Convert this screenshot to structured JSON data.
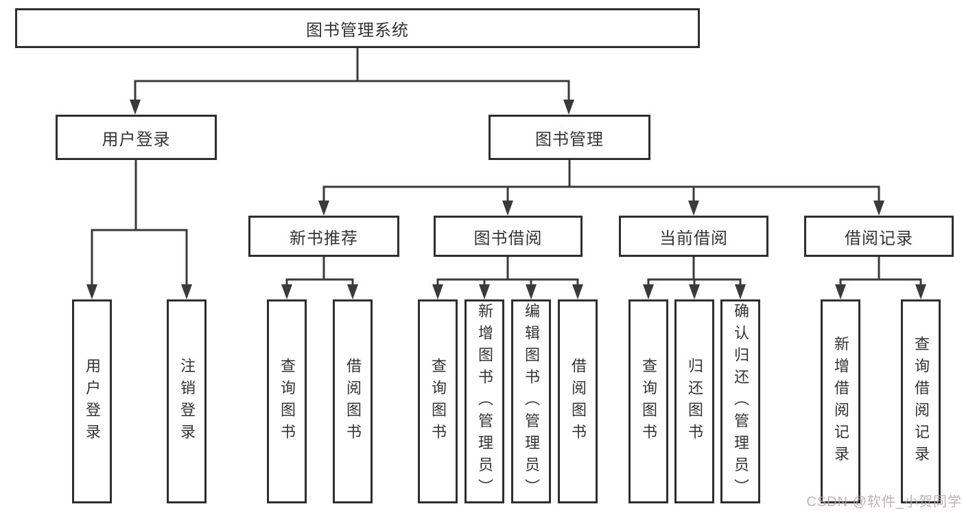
{
  "diagram": {
    "type": "hierarchy-tree",
    "tree": {
      "label": "图书管理系统",
      "children": [
        {
          "label": "用户登录",
          "children": [
            {
              "label": "用户登录"
            },
            {
              "label": "注销登录"
            }
          ]
        },
        {
          "label": "图书管理",
          "children": [
            {
              "label": "新书推荐",
              "children": [
                {
                  "label": "查询图书"
                },
                {
                  "label": "借阅图书"
                }
              ]
            },
            {
              "label": "图书借阅",
              "children": [
                {
                  "label": "查询图书"
                },
                {
                  "label": "新增图书（管理员）"
                },
                {
                  "label": "编辑图书（管理员）"
                },
                {
                  "label": "借阅图书"
                }
              ]
            },
            {
              "label": "当前借阅",
              "children": [
                {
                  "label": "查询图书"
                },
                {
                  "label": "归还图书"
                },
                {
                  "label": "确认归还（管理员）"
                }
              ]
            },
            {
              "label": "借阅记录",
              "children": [
                {
                  "label": "新增借阅记录"
                },
                {
                  "label": "查询借阅记录"
                }
              ]
            }
          ]
        }
      ]
    },
    "colors": {
      "line": "#3a3a3a",
      "box_border": "#2e2e2e",
      "box_fill": "#ffffff",
      "text": "#333333",
      "background": "#ffffff",
      "watermark": "#afa6a6"
    }
  },
  "watermark": {
    "text": "CSDN @软件_小贺同学"
  }
}
